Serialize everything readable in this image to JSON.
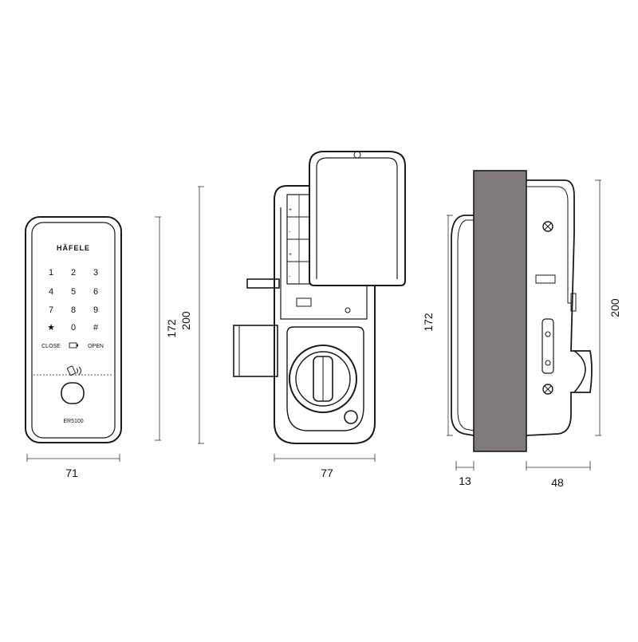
{
  "colors": {
    "line": "#1a1a1a",
    "dim_line": "#333333",
    "door": "#807a7b"
  },
  "front_view": {
    "brand": "HÄFELE",
    "keys": [
      "1",
      "2",
      "3",
      "4",
      "5",
      "6",
      "7",
      "8",
      "9",
      "★",
      "0",
      "#"
    ],
    "close_label": "CLOSE",
    "open_label": "OPEN",
    "model": "ER5100"
  },
  "dimensions": {
    "front_width": "71",
    "front_height": "172",
    "total_height_left": "200",
    "back_width": "77",
    "side_height": "172",
    "side_total_height": "200",
    "door_thickness": "13",
    "side_depth": "48"
  }
}
